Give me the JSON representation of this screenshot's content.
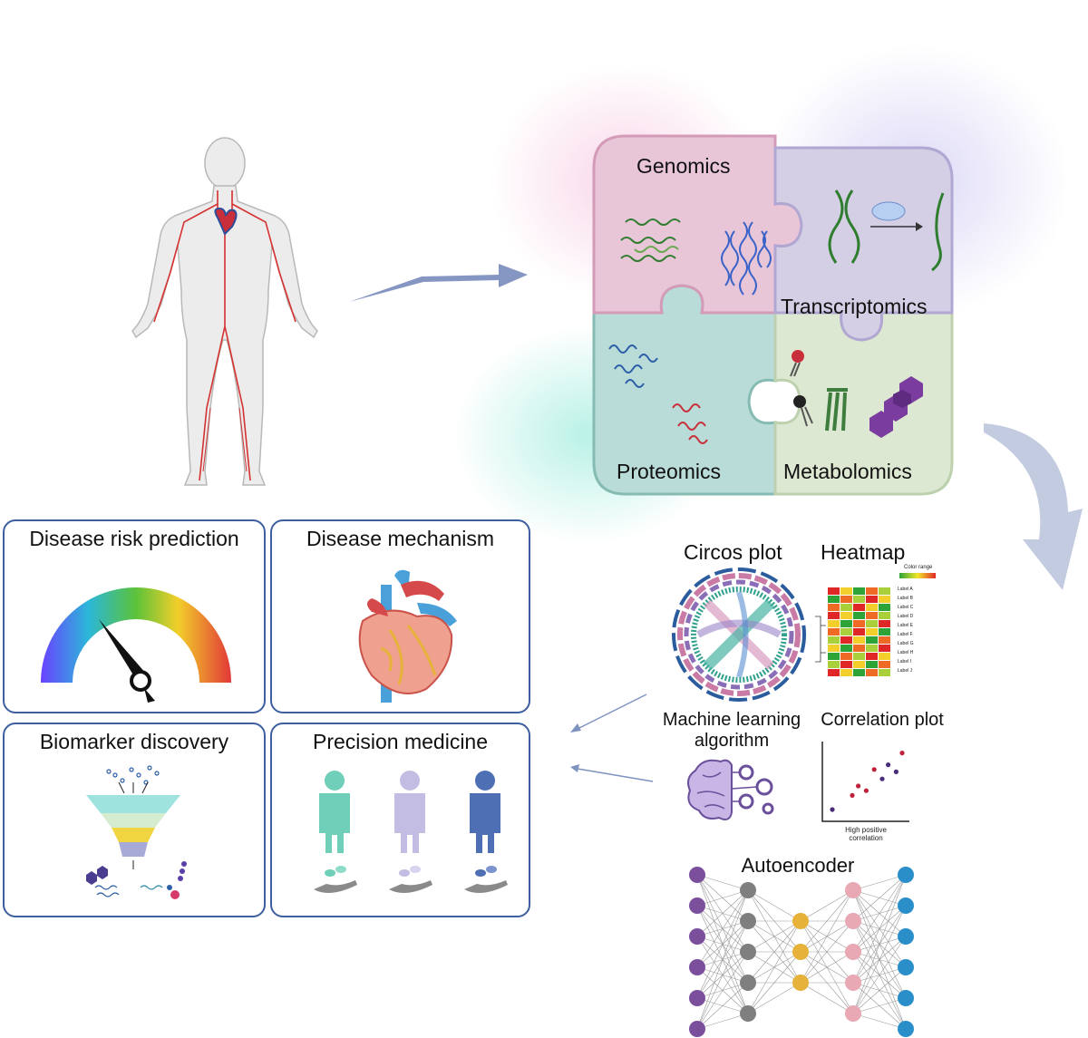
{
  "omics": {
    "genomics": "Genomics",
    "transcriptomics": "Transcriptomics",
    "proteomics": "Proteomics",
    "metabolomics": "Metabolomics"
  },
  "analysis": {
    "circos": "Circos plot",
    "heatmap": "Heatmap",
    "heatmap_legend": "Color range",
    "heatmap_rows": [
      "Label A",
      "Label B",
      "Label C",
      "Label D",
      "Label E",
      "Label F",
      "Label G",
      "Label H",
      "Label I",
      "Label J"
    ],
    "ml_line1": "Machine learning",
    "ml_line2": "algorithm",
    "correlation": "Correlation plot",
    "correlation_caption1": "High positive",
    "correlation_caption2": "correlation",
    "autoencoder": "Autoencoder"
  },
  "outcomes": {
    "risk": "Disease risk prediction",
    "mechanism": "Disease mechanism",
    "biomarker": "Biomarker discovery",
    "precision": "Precision medicine"
  },
  "colors": {
    "genomics_piece": "#e8c6d8",
    "transcriptomics_piece": "#d5cfe6",
    "proteomics_piece": "#b9dcd8",
    "metabolomics_piece": "#dde8d2",
    "card_border": "#3d5f9f",
    "arrow": "#7f93bf"
  },
  "correlation_points": [
    {
      "x": 1,
      "y": 1,
      "c": "#4a2d7a"
    },
    {
      "x": 3,
      "y": 2.2,
      "c": "#c0213a"
    },
    {
      "x": 3.6,
      "y": 3,
      "c": "#c0213a"
    },
    {
      "x": 4.4,
      "y": 2.6,
      "c": "#c0213a"
    },
    {
      "x": 5.2,
      "y": 4.4,
      "c": "#c0213a"
    },
    {
      "x": 6,
      "y": 3.6,
      "c": "#4a2d7a"
    },
    {
      "x": 6.6,
      "y": 4.8,
      "c": "#4a2d7a"
    },
    {
      "x": 7.4,
      "y": 4.2,
      "c": "#4a2d7a"
    },
    {
      "x": 8,
      "y": 5.8,
      "c": "#c0213a"
    }
  ]
}
